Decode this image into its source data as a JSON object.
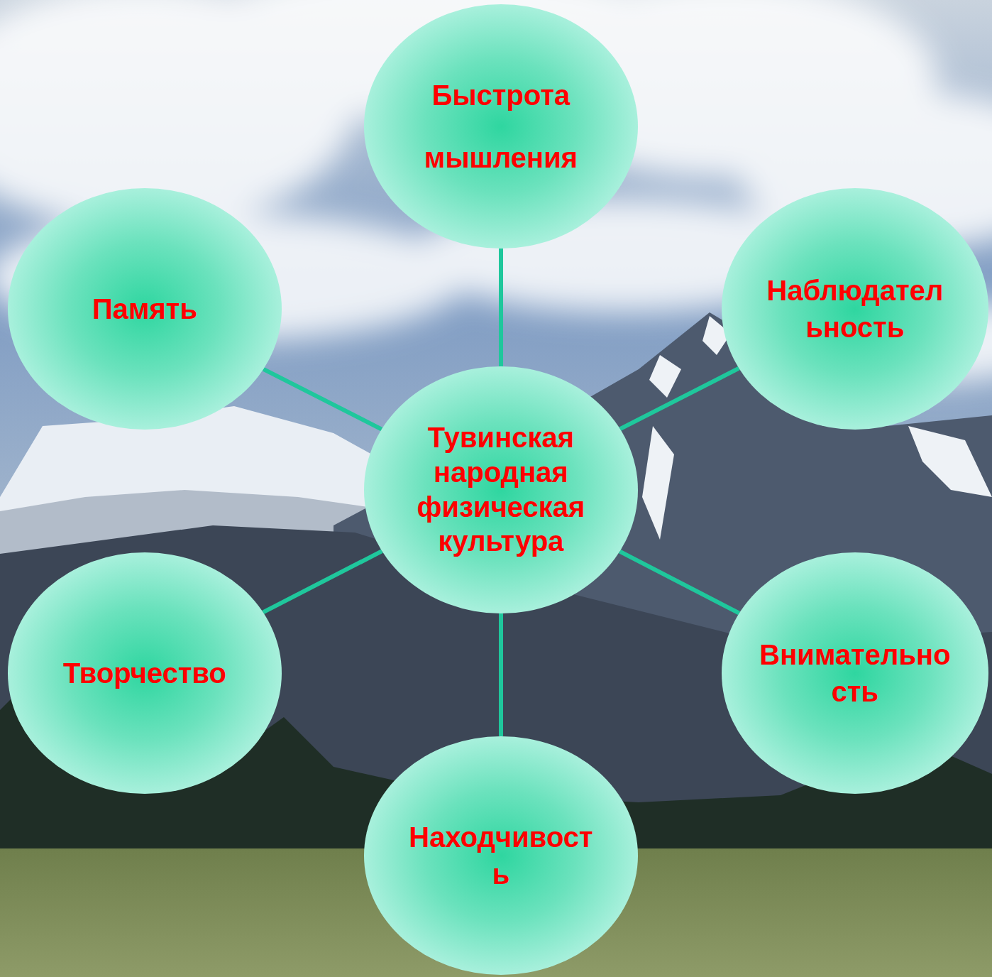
{
  "diagram": {
    "nodes": [
      {
        "text": [
          "Быстрота мышления"
        ]
      },
      {
        "text": [
          "Память"
        ]
      },
      {
        "text": [
          "Наблюдательность"
        ]
      },
      {
        "text": [
          "Тувинская народная физическая культура"
        ]
      },
      {
        "text": [
          "Творчество"
        ]
      },
      {
        "text": [
          "Внимательность"
        ]
      },
      {
        "text": [
          "Находчивость"
        ]
      }
    ],
    "edges": [
      {
        "from": 3,
        "to": 0,
        "arrow": "none"
      },
      {
        "from": 3,
        "to": 1,
        "arrow": "none"
      },
      {
        "from": 3,
        "to": 2,
        "arrow": "none"
      },
      {
        "from": 3,
        "to": 4,
        "arrow": "none"
      },
      {
        "from": 3,
        "to": 5,
        "arrow": "none"
      },
      {
        "from": 3,
        "to": 6,
        "arrow": "none"
      }
    ]
  }
}
